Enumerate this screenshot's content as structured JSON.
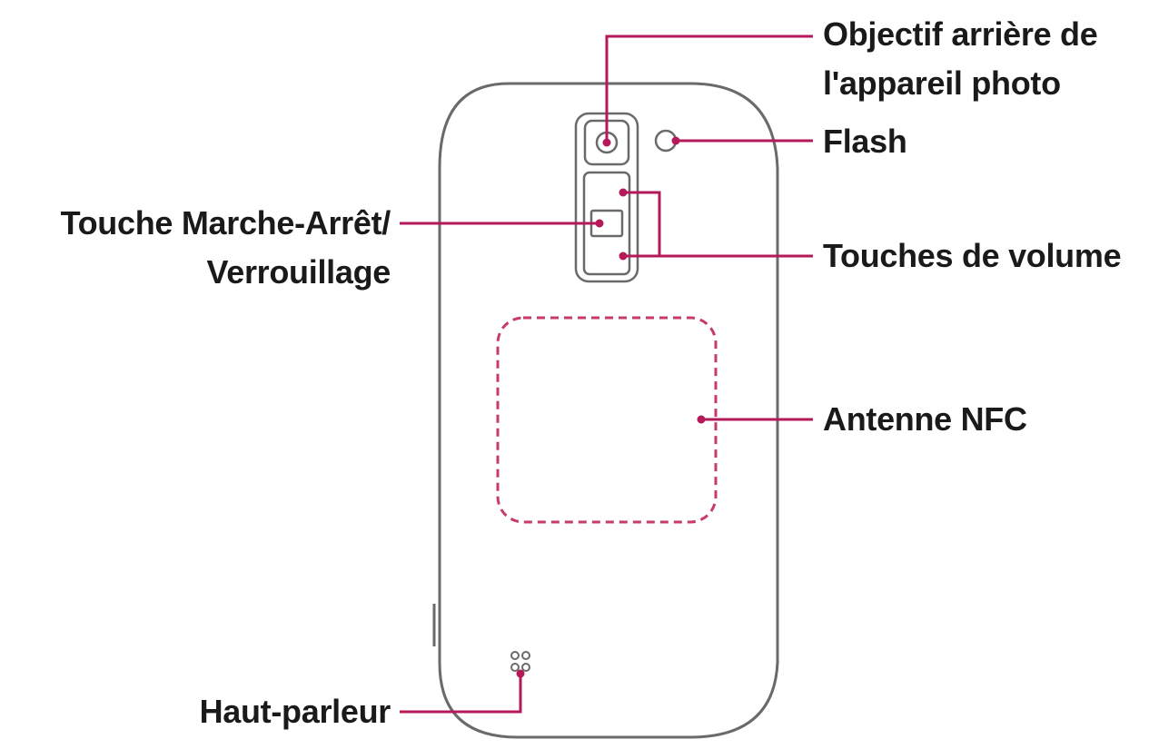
{
  "labels": {
    "camera_line1": "Objectif arrière de",
    "camera_line2": "l'appareil photo",
    "flash": "Flash",
    "power_line1": "Touche Marche-Arrêt/",
    "power_line2": "Verrouillage",
    "volume": "Touches de volume",
    "nfc": "Antenne NFC",
    "speaker": "Haut-parleur"
  },
  "colors": {
    "callout": "#b5195a",
    "outline": "#6a6a6a",
    "text": "#1a1a1a",
    "nfc_dash": "#c63a6e"
  }
}
